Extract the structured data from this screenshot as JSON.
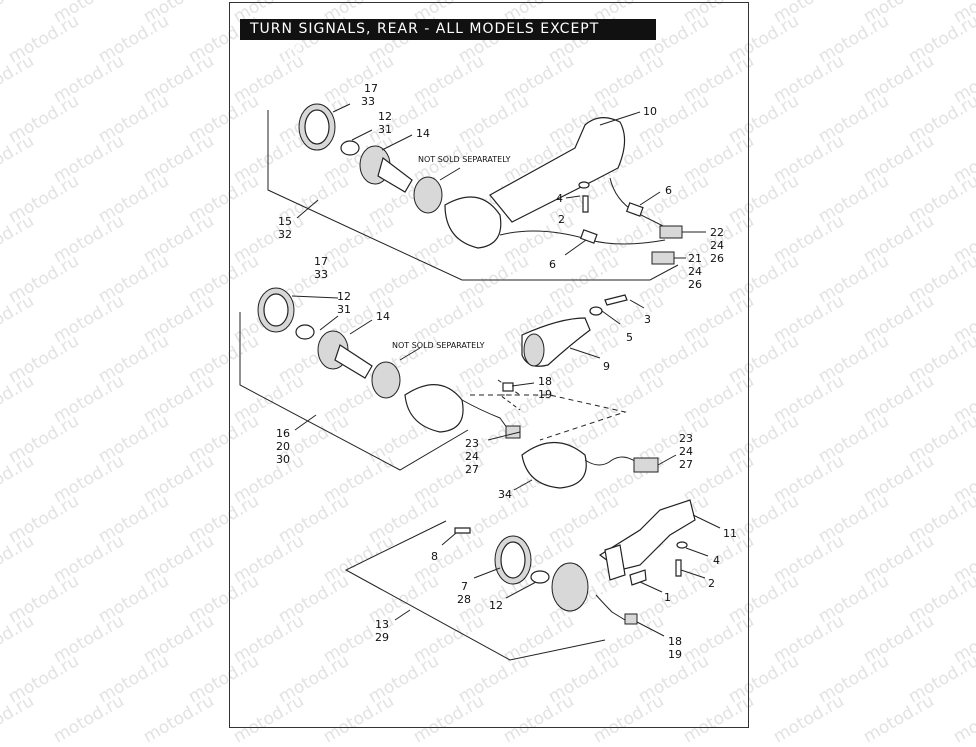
{
  "title": "TURN SIGNALS, REAR - ALL MODELS EXCEPT FXCWC",
  "watermark_text": "motod.ru",
  "notes": {
    "upper": "NOT SOLD SEPARATELY",
    "middle": "NOT SOLD SEPARATELY"
  },
  "callouts": {
    "a_17": "17",
    "a_33": "33",
    "a_12": "12",
    "a_31": "31",
    "a_14": "14",
    "a_10": "10",
    "a_4": "4",
    "a_2": "2",
    "a_6a": "6",
    "a_6b": "6",
    "a_22": "22",
    "a_24a": "24",
    "a_26a": "26",
    "a_21": "21",
    "a_24b": "24",
    "a_26b": "26",
    "a_15": "15",
    "a_32": "32",
    "b_17": "17",
    "b_33": "33",
    "b_12": "12",
    "b_31": "31",
    "b_14": "14",
    "b_3": "3",
    "b_5": "5",
    "b_9": "9",
    "b_18": "18",
    "b_19": "19",
    "b_16": "16",
    "b_20": "20",
    "b_30": "30",
    "b_23a": "23",
    "b_24a": "24",
    "b_27a": "27",
    "b_23b": "23",
    "b_24b": "24",
    "b_27b": "27",
    "b_34": "34",
    "c_11": "11",
    "c_4": "4",
    "c_2": "2",
    "c_1": "1",
    "c_8": "8",
    "c_7": "7",
    "c_28": "28",
    "c_12": "12",
    "c_13": "13",
    "c_29": "29",
    "c_18": "18",
    "c_19": "19"
  }
}
